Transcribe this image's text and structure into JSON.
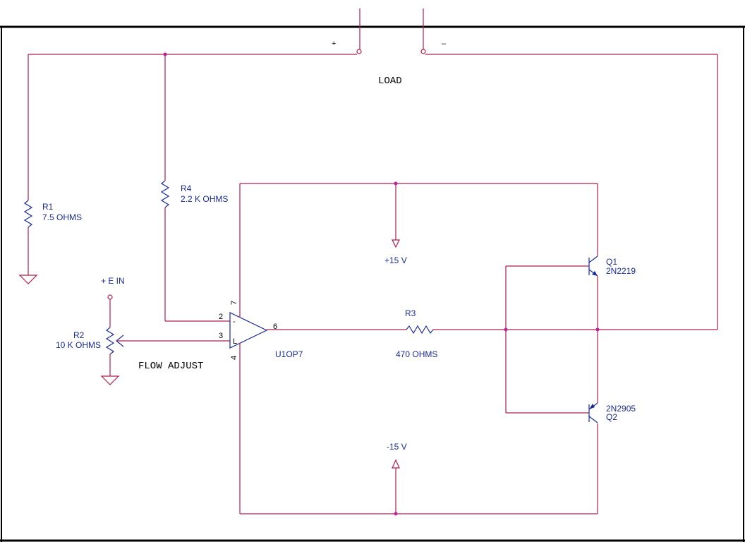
{
  "colors": {
    "wire": "#b0204a",
    "component": "#1a2a9a",
    "node": "#c020a0",
    "frame": "#000000"
  },
  "load": {
    "plus": "+",
    "minus": "–",
    "label": "LOAD"
  },
  "r1": {
    "ref": "R1",
    "value": "7.5 OHMS"
  },
  "r4": {
    "ref": "R4",
    "value": "2.2 K OHMS"
  },
  "r2": {
    "ref": "R2",
    "value": "10 K OHMS"
  },
  "r3": {
    "ref": "R3",
    "value": "470 OHMS"
  },
  "e_in": "+ E IN",
  "flow_adjust": "FLOW ADJUST",
  "supply_pos": "+15 V",
  "supply_neg": "-15 V",
  "opamp": {
    "ref": "U1OP7",
    "pin2": "2",
    "pin3": "3",
    "pin4": "4",
    "pin6": "6",
    "pin7": "7",
    "minus": "-",
    "plus": "L"
  },
  "q1": {
    "ref": "Q1",
    "part": "2N2219"
  },
  "q2": {
    "ref": "Q2",
    "part": "2N2905"
  }
}
